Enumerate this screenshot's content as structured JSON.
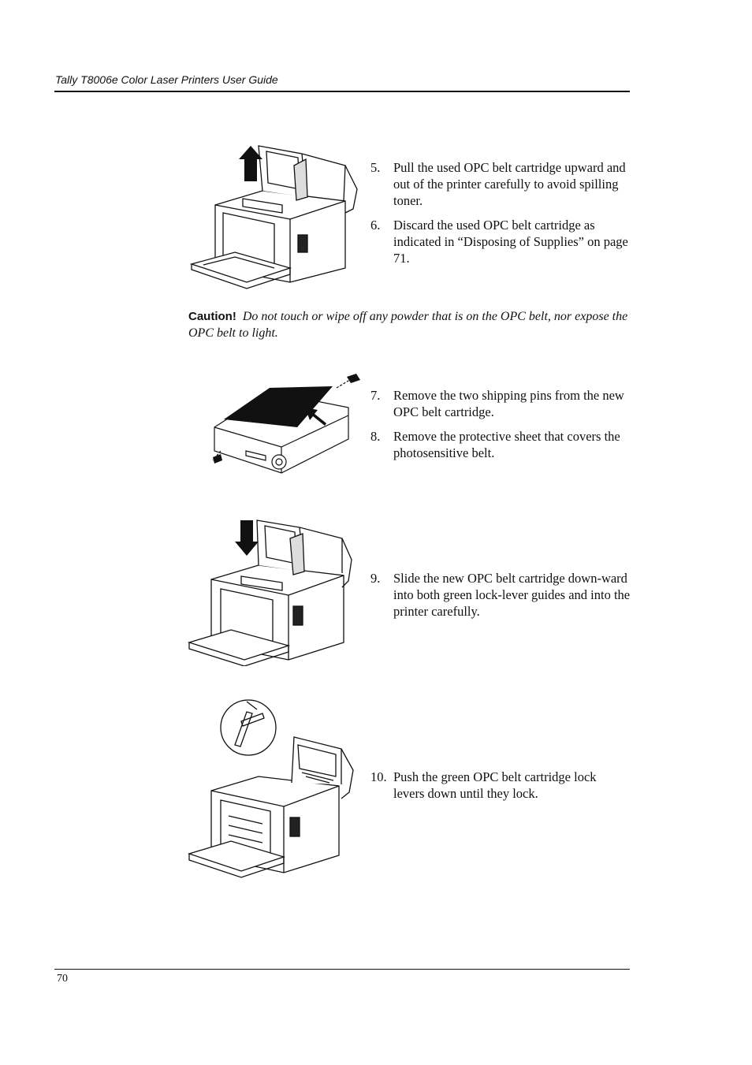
{
  "header": {
    "title": "Tally T8006e Color Laser Printers User Guide"
  },
  "steps_group_1": [
    {
      "num": "5.",
      "text": "Pull the used OPC belt cartridge upward and out of the printer carefully to avoid spilling toner."
    },
    {
      "num": "6.",
      "text": "Discard the used OPC belt cartridge as indicated in “Disposing of Supplies” on page 71."
    }
  ],
  "caution": {
    "label": "Caution!",
    "text": "Do not touch or wipe off any powder that is on the OPC belt, nor expose the OPC belt to light."
  },
  "steps_group_2": [
    {
      "num": "7.",
      "text": "Remove the two shipping pins from the new OPC belt cartridge."
    },
    {
      "num": "8.",
      "text": "Remove the protective sheet that covers the photosensitive belt."
    }
  ],
  "steps_group_3": [
    {
      "num": "9.",
      "text": "Slide the new OPC belt cartridge down-ward into both green lock-lever guides and into the printer carefully."
    }
  ],
  "steps_group_4": [
    {
      "num": "10.",
      "text": "Push the green OPC belt cartridge lock levers down until they lock."
    }
  ],
  "footer": {
    "page_number": "70"
  }
}
